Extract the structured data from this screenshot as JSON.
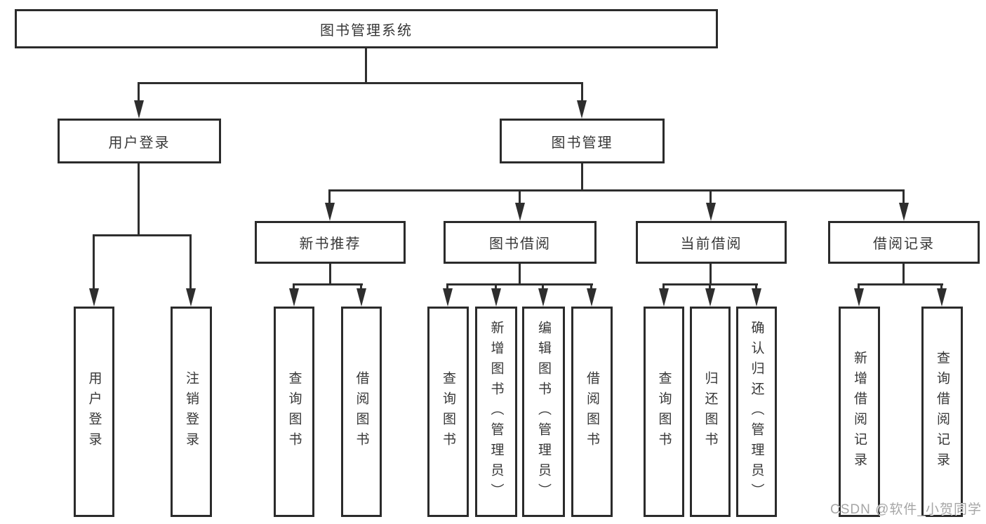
{
  "diagram_title": "图书管理系统",
  "nodes": {
    "root": "图书管理系统",
    "user_login": "用户登录",
    "book_mgmt": "图书管理",
    "new_book_rec": "新书推荐",
    "book_borrow": "图书借阅",
    "current_borrow": "当前借阅",
    "borrow_records": "借阅记录",
    "leaf_user_login": "用户登录",
    "leaf_logout": "注销登录",
    "leaf_query_book_a": "查询图书",
    "leaf_borrow_book_a": "借阅图书",
    "leaf_query_book_b": "查询图书",
    "leaf_add_book": "新增图书（管理员）",
    "leaf_edit_book": "编辑图书（管理员）",
    "leaf_borrow_book_b": "借阅图书",
    "leaf_query_book_c": "查询图书",
    "leaf_return_book": "归还图书",
    "leaf_confirm_return": "确认归还（管理员）",
    "leaf_add_record": "新增借阅记录",
    "leaf_query_record": "查询借阅记录"
  },
  "colors": {
    "line": "#2e2e2e",
    "box_border": "#2b2b2b",
    "text": "#373737",
    "watermark": "#a6a6a6",
    "background": "#ffffff"
  },
  "watermark": "CSDN @软件_小贺同学"
}
